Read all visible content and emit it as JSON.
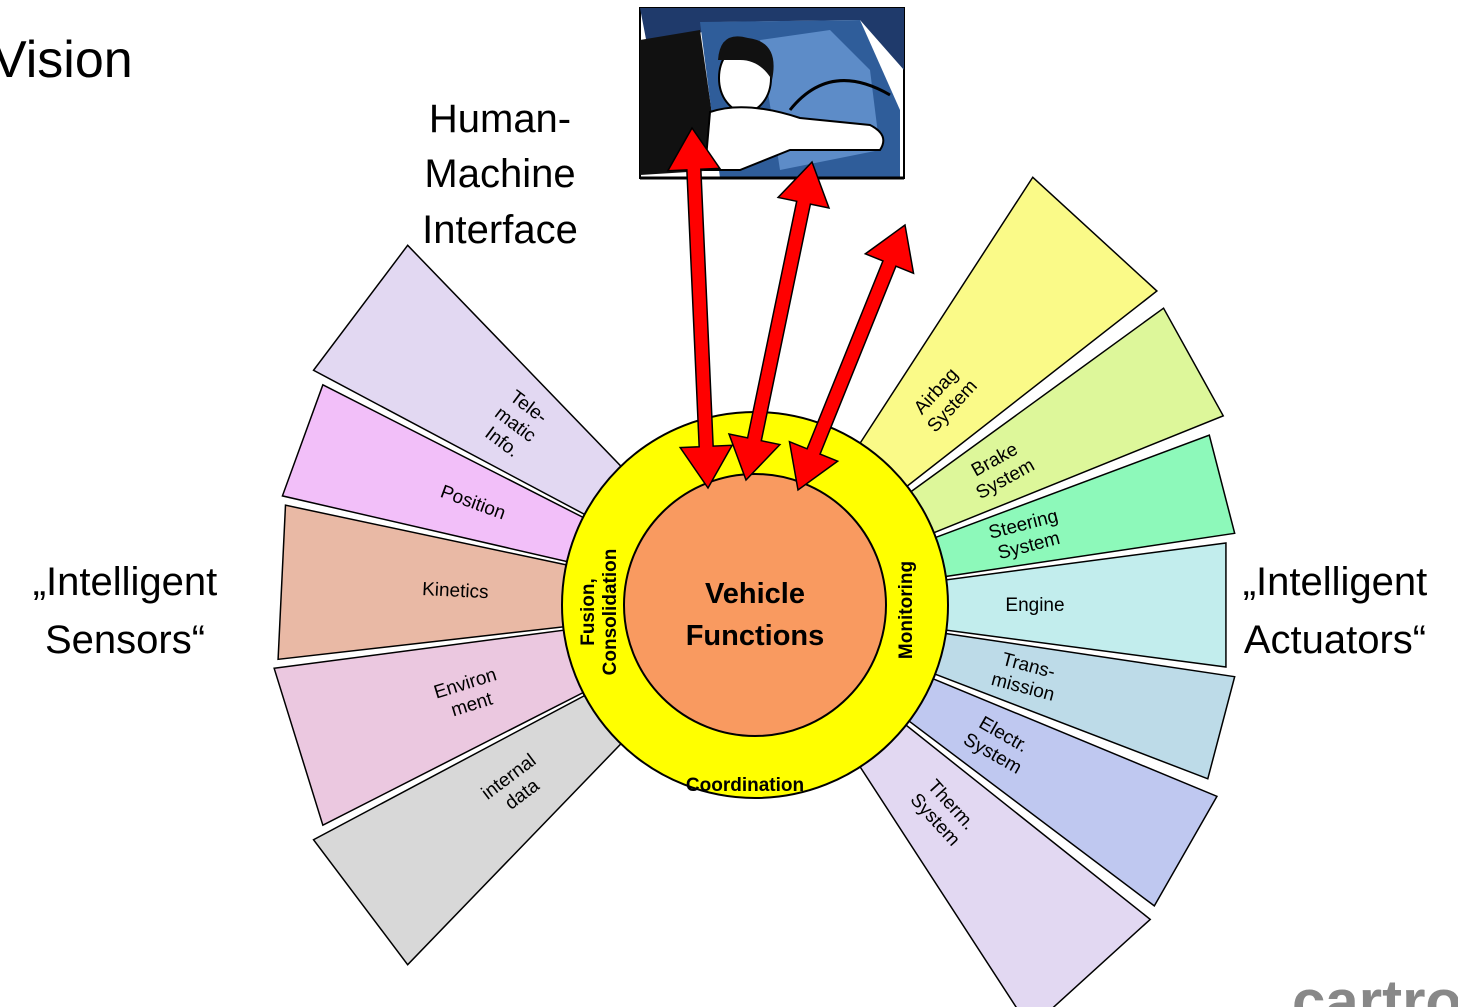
{
  "slide": {
    "title": "Vision"
  },
  "hmi": {
    "lines": [
      "Human-",
      "Machine",
      "Interface"
    ]
  },
  "left_group": {
    "lines": [
      "„Intelligent",
      "Sensors“"
    ]
  },
  "right_group": {
    "lines": [
      "„Intelligent",
      "Actuators“"
    ]
  },
  "center": {
    "lines": [
      "Vehicle",
      "Functions"
    ],
    "ring_left": [
      "Fusion,",
      "Consolidation"
    ],
    "ring_right": "Monitoring",
    "ring_bottom": "Coordination"
  },
  "sensors": [
    {
      "lines": [
        "Tele-",
        "matic",
        "Info."
      ],
      "color": "#E2D8F2"
    },
    {
      "lines": [
        "Position"
      ],
      "color": "#F2BFF9"
    },
    {
      "lines": [
        "Kinetics"
      ],
      "color": "#E9B9A5"
    },
    {
      "lines": [
        "Environ",
        "ment"
      ],
      "color": "#EBC8E0"
    },
    {
      "lines": [
        "internal",
        "data"
      ],
      "color": "#D8D8D8"
    }
  ],
  "actuators": [
    {
      "lines": [
        "Airbag",
        "System"
      ],
      "color": "#FAFA88"
    },
    {
      "lines": [
        "Brake",
        "System"
      ],
      "color": "#DDF79A"
    },
    {
      "lines": [
        "Steering",
        "System"
      ],
      "color": "#8DF9BA"
    },
    {
      "lines": [
        "Engine"
      ],
      "color": "#C2EDED"
    },
    {
      "lines": [
        "Trans-",
        "mission"
      ],
      "color": "#BDDBE8"
    },
    {
      "lines": [
        "Electr.",
        "System"
      ],
      "color": "#BFC8F0"
    },
    {
      "lines": [
        "Therm.",
        "System"
      ],
      "color": "#E2D8F2"
    }
  ],
  "colors": {
    "ring": "#FFFF00",
    "core": "#F99A60",
    "arrow": "#FF0000"
  }
}
